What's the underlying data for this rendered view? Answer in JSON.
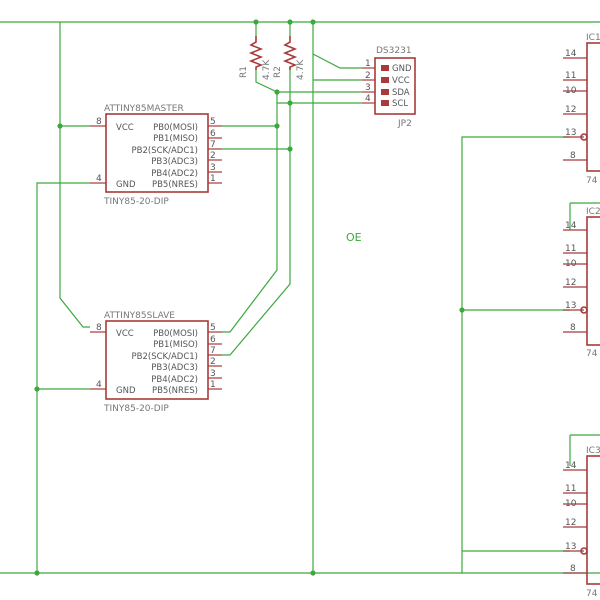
{
  "colors": {
    "wire": "#3ea83e",
    "component": "#a83a3a",
    "text": "#666666"
  },
  "master": {
    "name": "ATTINY85MASTER",
    "package": "TINY85-20-DIP",
    "pins_left": [
      {
        "num": "8",
        "name": "VCC"
      },
      {
        "num": "4",
        "name": "GND"
      }
    ],
    "pins_right": [
      {
        "num": "5",
        "name": "PB0(MOSI)"
      },
      {
        "num": "6",
        "name": "PB1(MISO)"
      },
      {
        "num": "7",
        "name": "PB2(SCK/ADC1)"
      },
      {
        "num": "2",
        "name": "PB3(ADC3)"
      },
      {
        "num": "3",
        "name": "PB4(ADC2)"
      },
      {
        "num": "1",
        "name": "PB5(NRES)"
      }
    ]
  },
  "slave": {
    "name": "ATTINY85SLAVE",
    "package": "TINY85-20-DIP",
    "pins_left": [
      {
        "num": "8",
        "name": "VCC"
      },
      {
        "num": "4",
        "name": "GND"
      }
    ],
    "pins_right": [
      {
        "num": "5",
        "name": "PB0(MOSI)"
      },
      {
        "num": "6",
        "name": "PB1(MISO)"
      },
      {
        "num": "7",
        "name": "PB2(SCK/ADC1)"
      },
      {
        "num": "2",
        "name": "PB3(ADC3)"
      },
      {
        "num": "3",
        "name": "PB4(ADC2)"
      },
      {
        "num": "1",
        "name": "PB5(NRES)"
      }
    ]
  },
  "resistors": [
    {
      "name": "R1",
      "value": "4.7K"
    },
    {
      "name": "R2",
      "value": "4.7K"
    }
  ],
  "connector": {
    "name": "DS3231",
    "ref": "JP2",
    "pins": [
      {
        "num": "1",
        "name": "GND"
      },
      {
        "num": "2",
        "name": "VCC"
      },
      {
        "num": "3",
        "name": "SDA"
      },
      {
        "num": "4",
        "name": "SCL"
      }
    ]
  },
  "net_label": "OE",
  "ics": [
    {
      "name": "IC1",
      "part_prefix": "74",
      "pins": [
        "14",
        "11",
        "10",
        "12",
        "13",
        "8"
      ]
    },
    {
      "name": "IC2",
      "part_prefix": "74",
      "pins": [
        "14",
        "11",
        "10",
        "12",
        "13",
        "8"
      ]
    },
    {
      "name": "IC3",
      "part_prefix": "74",
      "pins": [
        "14",
        "11",
        "10",
        "12",
        "13",
        "8"
      ]
    }
  ]
}
